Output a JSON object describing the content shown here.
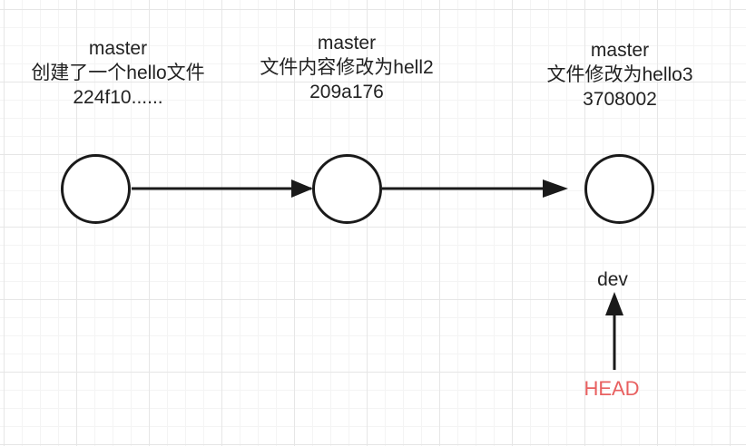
{
  "commits": [
    {
      "branch": "master",
      "message": "创建了一个hello文件",
      "hash": "224f10......"
    },
    {
      "branch": "master",
      "message": "文件内容修改为hell2",
      "hash": "209a176"
    },
    {
      "branch": "master",
      "message": "文件修改为hello3",
      "hash": "3708002"
    }
  ],
  "dev_label": "dev",
  "head_label": "HEAD",
  "colors": {
    "head": "#e86060",
    "node_stroke": "#1a1a1a",
    "arrow": "#1a1a1a"
  }
}
